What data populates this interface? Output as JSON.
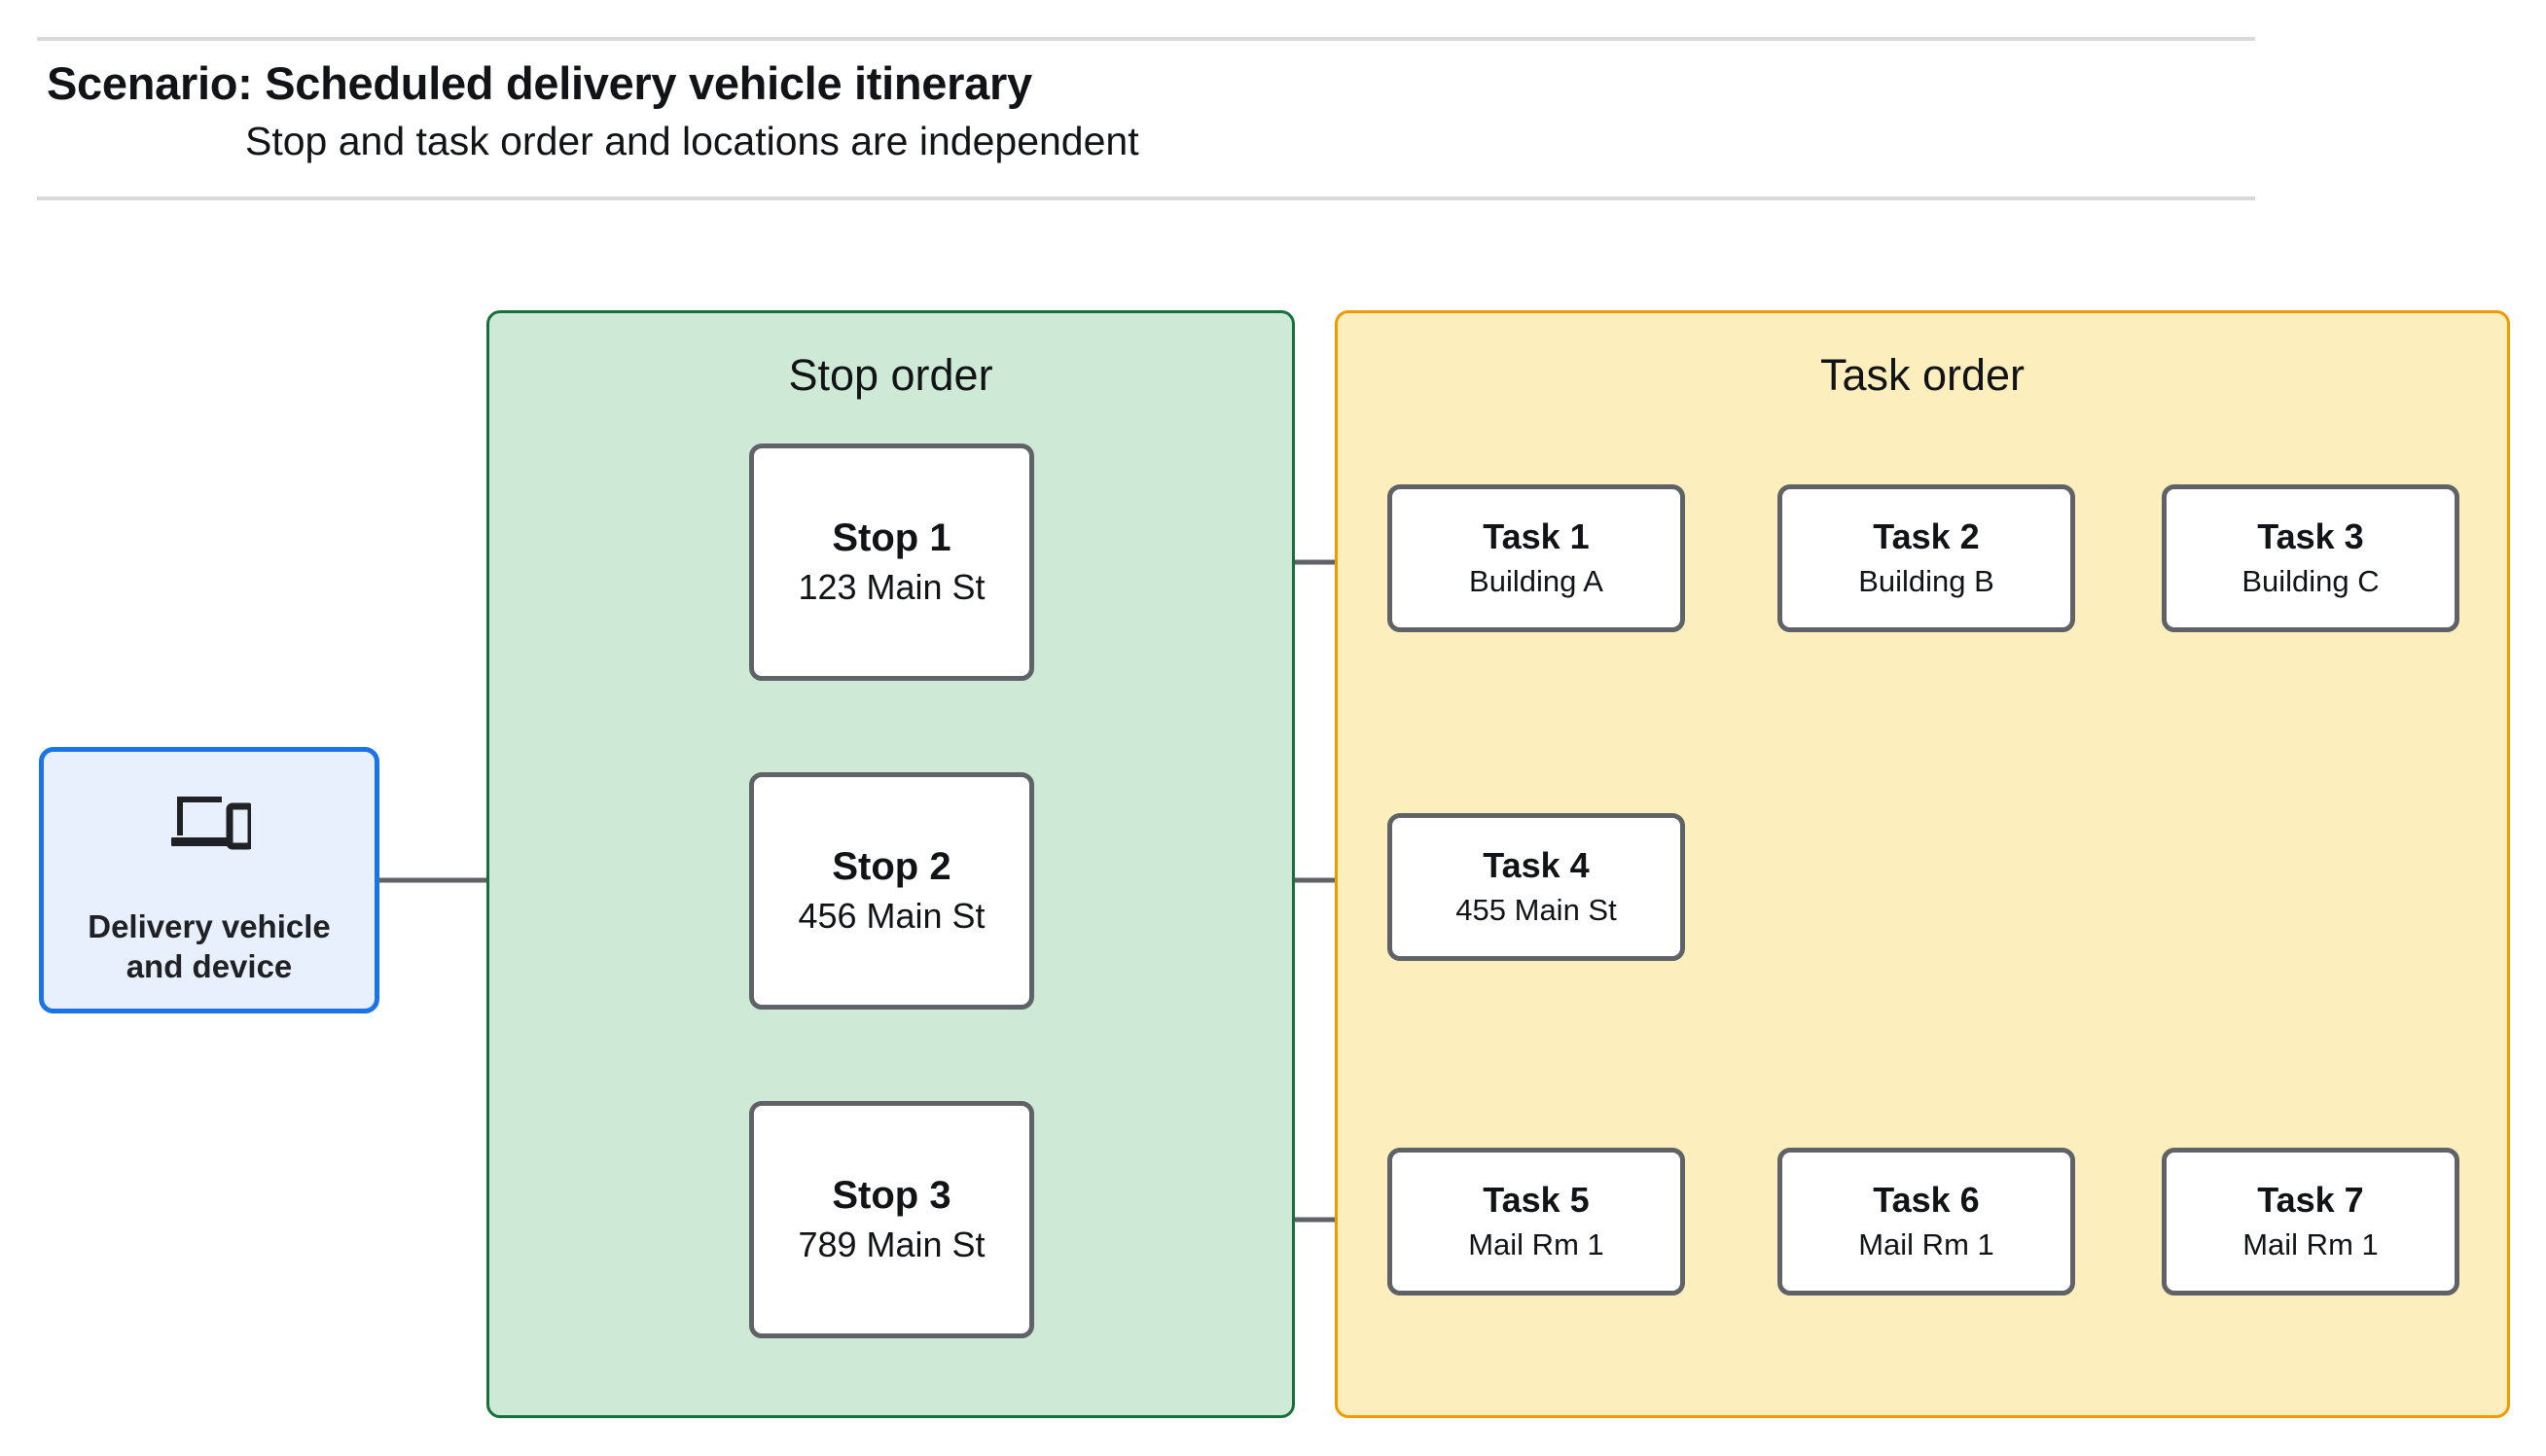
{
  "header": {
    "title": "Scenario: Scheduled delivery vehicle itinerary",
    "subtitle": "Stop and task order and locations are independent"
  },
  "vehicle": {
    "icon": "devices-laptop-phone-icon",
    "label": "Delivery vehicle\nand device"
  },
  "panels": {
    "stop": {
      "heading": "Stop order"
    },
    "task": {
      "heading": "Task order"
    }
  },
  "stops": [
    {
      "title": "Stop 1",
      "address": "123 Main St"
    },
    {
      "title": "Stop 2",
      "address": "456 Main St"
    },
    {
      "title": "Stop 3",
      "address": "789 Main St"
    }
  ],
  "task_rows": [
    [
      {
        "title": "Task 1",
        "location": "Building A"
      },
      {
        "title": "Task 2",
        "location": "Building B"
      },
      {
        "title": "Task 3",
        "location": "Building C"
      }
    ],
    [
      {
        "title": "Task 4",
        "location": "455 Main St"
      }
    ],
    [
      {
        "title": "Task 5",
        "location": "Mail Rm 1"
      },
      {
        "title": "Task 6",
        "location": "Mail Rm 1"
      },
      {
        "title": "Task 7",
        "location": "Mail Rm 1"
      }
    ]
  ],
  "colors": {
    "stop_panel_fill": "#ceead6",
    "stop_panel_border": "#16703a",
    "task_panel_fill": "#fdeebd",
    "task_panel_border": "#f29900",
    "vehicle_fill": "#e8f0fe",
    "vehicle_border": "#1a73e8",
    "node_border": "#5f6368",
    "connector": "#5f6368",
    "rule": "#d9d9d9"
  }
}
